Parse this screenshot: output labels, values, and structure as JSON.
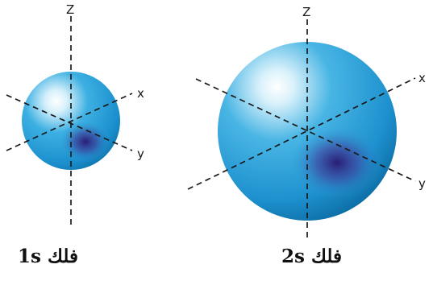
{
  "diagram": {
    "axis_labels": {
      "z": "Z",
      "x": "x",
      "y": "y"
    },
    "orbitals": [
      {
        "id": "1s",
        "caption": "فلك 1s"
      },
      {
        "id": "2s",
        "caption": "فلك 2s"
      }
    ],
    "colors": {
      "sphere_highlight": "#ffffff",
      "sphere_main": "#2aa3da",
      "sphere_edge": "#0d6ea6",
      "sphere_dark_lobe": "#2a1670",
      "axis": "#1a1a1a"
    }
  }
}
